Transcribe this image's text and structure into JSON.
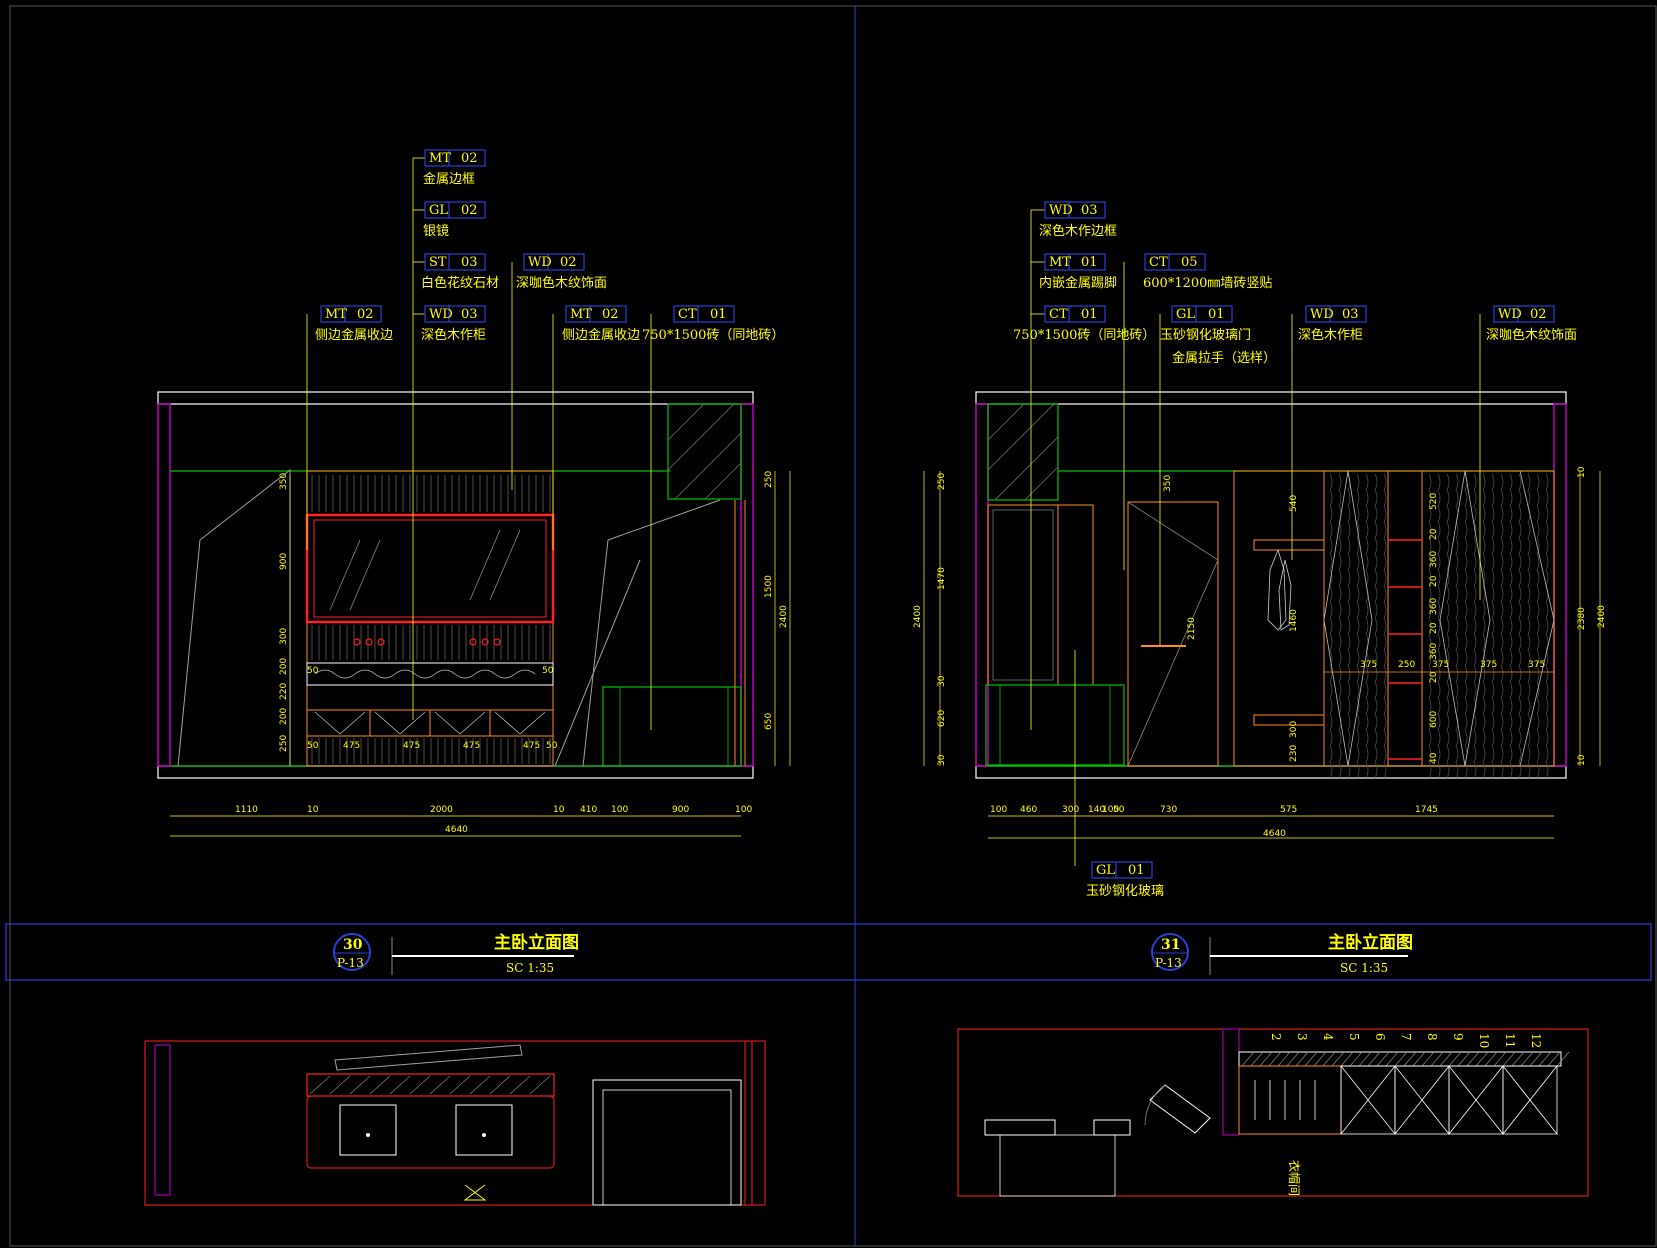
{
  "colors": {
    "background": "#000000",
    "frame_blue": "#2a3fd6",
    "annotation": "#ffff00",
    "wall": "#c000c0",
    "green": "#00c000",
    "red": "#ff2020",
    "orange": "#ff8c1a",
    "white": "#ffffff",
    "gray": "#a0a0a0"
  },
  "left_elevation": {
    "tags": [
      {
        "code": "MT",
        "num": "02",
        "label": "金属边框"
      },
      {
        "code": "GL",
        "num": "02",
        "label": "银镜"
      },
      {
        "code": "ST",
        "num": "03",
        "label": "白色花纹石材"
      },
      {
        "code": "WD",
        "num": "02",
        "label": "深咖色木纹饰面"
      },
      {
        "code": "MT",
        "num": "02",
        "label": "侧边金属收边"
      },
      {
        "code": "WD",
        "num": "03",
        "label": "深色木作柜"
      },
      {
        "code": "MT",
        "num": "02",
        "label": "侧边金属收边"
      },
      {
        "code": "CT",
        "num": "01",
        "label": "750*1500砖（同地砖）"
      }
    ],
    "bottom_dims": [
      "1110",
      "10",
      "2000",
      "10",
      "410",
      "100",
      "900",
      "100"
    ],
    "total_dim": "4640",
    "vertical_dims": [
      "350",
      "900",
      "300",
      "200",
      "220",
      "200",
      "250"
    ],
    "vertical_dims_right": [
      "250",
      "1500",
      "650"
    ],
    "overall_height": "2400",
    "drawer_dims": [
      "50",
      "475",
      "475",
      "475",
      "475",
      "50"
    ],
    "counter_dims": [
      "50",
      "50"
    ]
  },
  "right_elevation": {
    "tags": [
      {
        "code": "WD",
        "num": "03",
        "label": "深色木作边框"
      },
      {
        "code": "MT",
        "num": "01",
        "label": "内嵌金属踢脚"
      },
      {
        "code": "CT",
        "num": "05",
        "label": "600*1200㎜墙砖竖贴"
      },
      {
        "code": "CT",
        "num": "01",
        "label": "750*1500砖（同地砖）"
      },
      {
        "code": "GL",
        "num": "01",
        "label": "玉砂钢化玻璃门"
      },
      {
        "code": "WD",
        "num": "03",
        "label": "深色木作柜"
      },
      {
        "code": "WD",
        "num": "02",
        "label": "深咖色木纹饰面"
      }
    ],
    "extra_note": "金属拉手（选样）",
    "bottom_tag": {
      "code": "GL",
      "num": "01",
      "label": "玉砂钢化玻璃"
    },
    "bottom_dims": [
      "100",
      "460",
      "300",
      "140",
      "100",
      "50",
      "730",
      "575",
      "1745"
    ],
    "total_dim": "4640",
    "left_vertical_dims": [
      "250",
      "1470",
      "30",
      "620",
      "30"
    ],
    "overall_height": "2400",
    "right_vertical_dims": [
      "10",
      "2380",
      "10"
    ],
    "right_overall": "2400",
    "cabinet_dims": [
      "350",
      "540",
      "1460",
      "300",
      "230",
      "2150"
    ],
    "shelf_dims": [
      "520",
      "20",
      "360",
      "20",
      "360",
      "20",
      "360",
      "20",
      "600",
      "40"
    ],
    "panel_widths": [
      "375",
      "250",
      "375",
      "375",
      "375"
    ]
  },
  "title_bar": [
    {
      "number": "30",
      "sheet": "P-13",
      "title": "主卧立面图",
      "scale": "SC  1:35"
    },
    {
      "number": "31",
      "sheet": "P-13",
      "title": "主卧立面图",
      "scale": "SC  1:35"
    }
  ],
  "plan_right_numbers": [
    "2",
    "3",
    "4",
    "5",
    "6",
    "7",
    "8",
    "9",
    "10",
    "11",
    "12"
  ],
  "plan_right_label": "衣帽间"
}
